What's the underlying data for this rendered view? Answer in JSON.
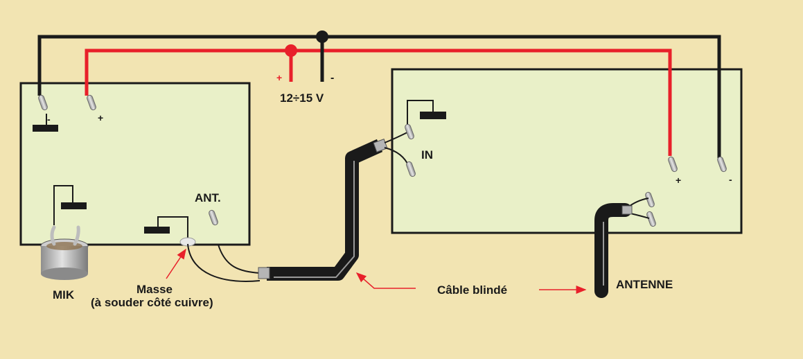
{
  "colors": {
    "background": "#f2e4b2",
    "board": "#e9f0c8",
    "positive_wire": "#e8202a",
    "negative_wire": "#1a1a1a",
    "cable": "#1a1a1a",
    "arrow": "#e8202a"
  },
  "supply": {
    "plus_sign": "+",
    "minus_sign": "-",
    "voltage": "12÷15 V"
  },
  "left_board": {
    "minus_label": "-",
    "plus_label": "+",
    "antenna_label": "ANT."
  },
  "microphone": {
    "label": "MIK"
  },
  "annotations": {
    "ground_title": "Masse",
    "ground_note": "(à souder côté cuivre)",
    "cable_label": "Câble blindé",
    "antenna_label": "ANTENNE"
  },
  "right_board": {
    "input_label": "IN",
    "plus_label": "+",
    "minus_label": "-"
  },
  "icons": [
    "terminal-pin-icon",
    "ground-symbol-icon",
    "microphone-icon",
    "arrow-icon"
  ]
}
